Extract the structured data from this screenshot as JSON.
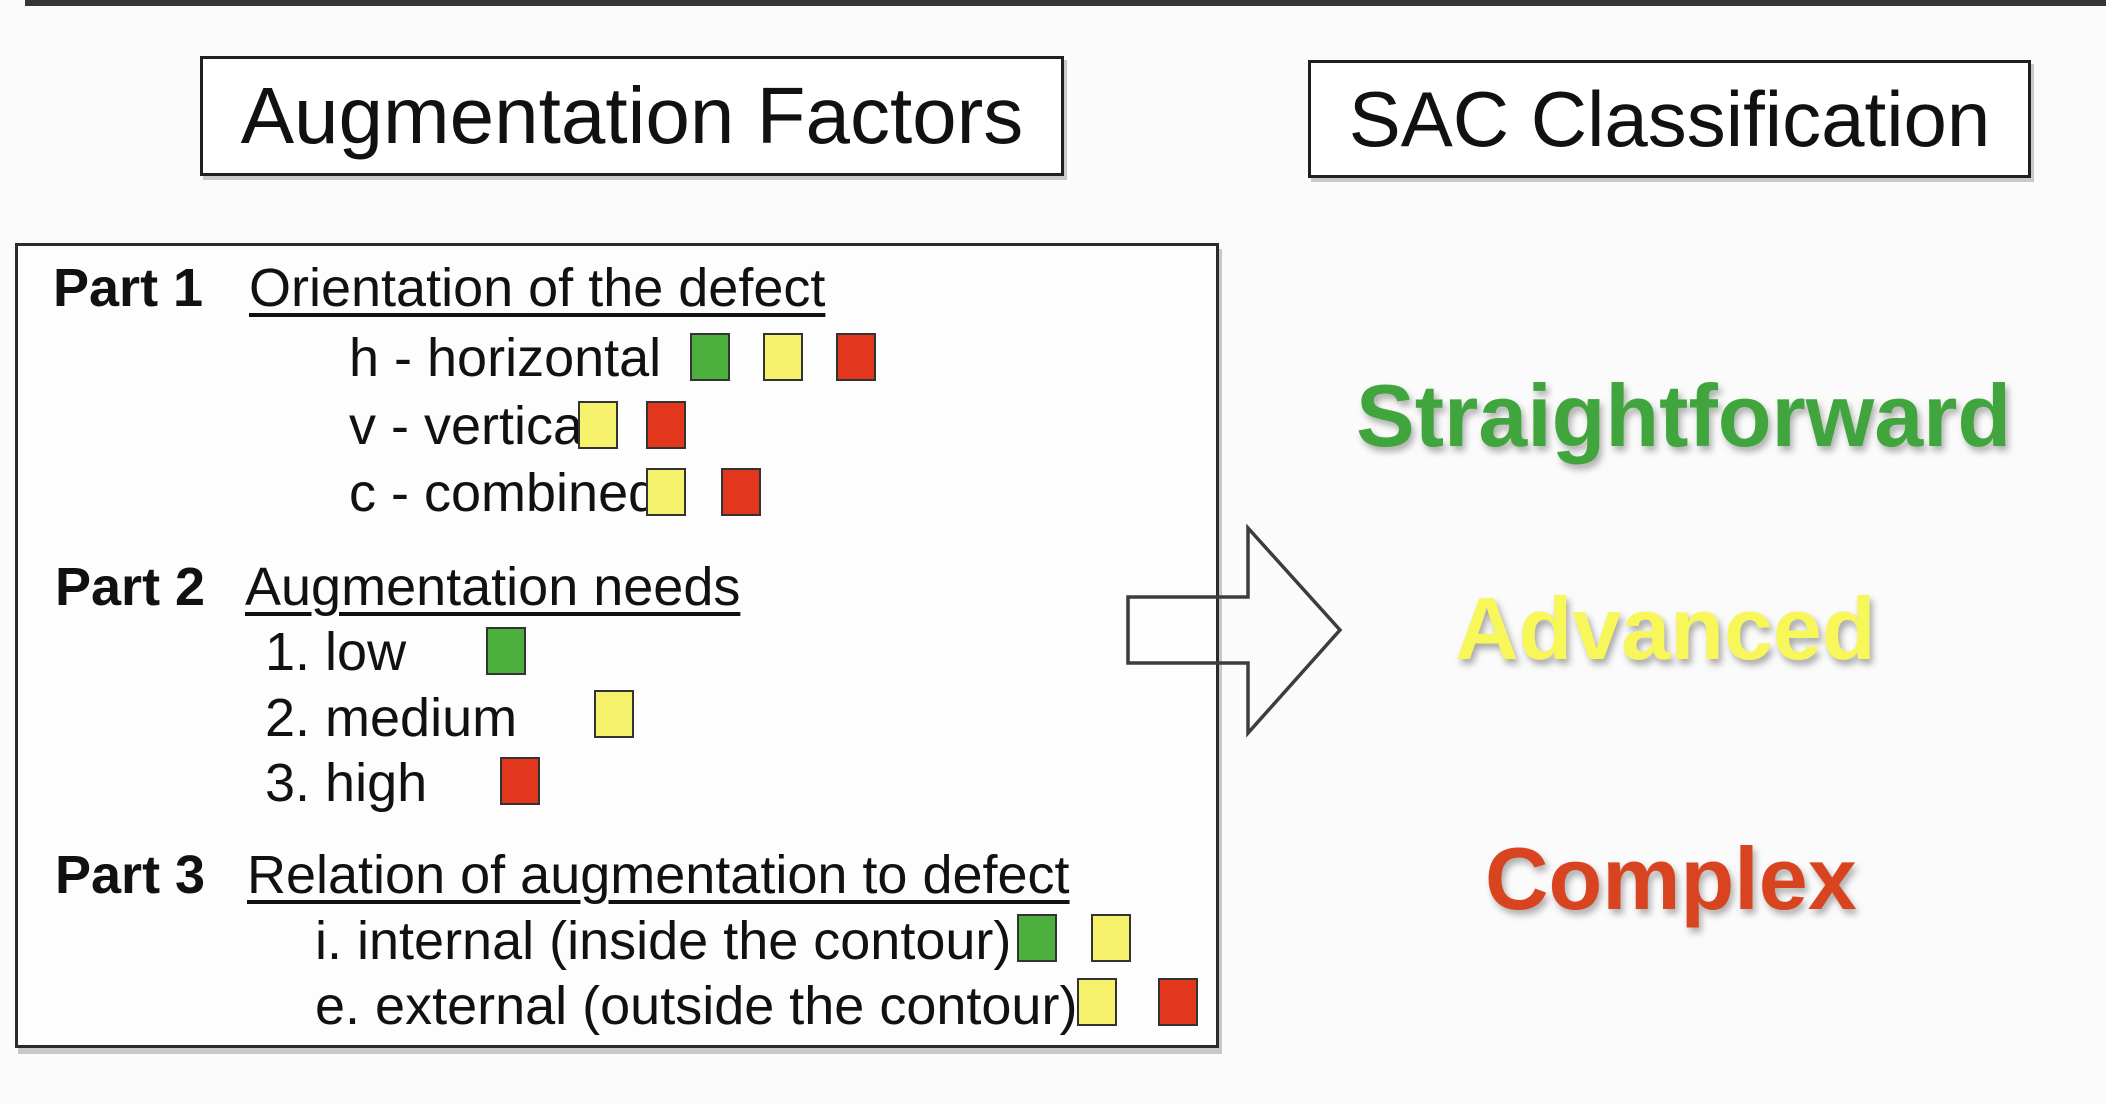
{
  "titles": {
    "left": "Augmentation Factors",
    "right": "SAC Classification"
  },
  "colors": {
    "green": "#4cb03c",
    "yellow": "#f6f26c",
    "red": "#e2371d",
    "straightforward_green": "#3fa53c",
    "advanced_yellow": "#f8f75a",
    "complex_red": "#d94420"
  },
  "panel": {
    "sections": [
      {
        "part": "Part 1",
        "heading": "Orientation of the defect",
        "rows": [
          {
            "label": "h - horizontal",
            "squares": [
              "green",
              "yellow",
              "red"
            ]
          },
          {
            "label": "v - vertical",
            "squares": [
              "yellow",
              "red"
            ]
          },
          {
            "label": "c - combined",
            "squares": [
              "yellow",
              "red"
            ]
          }
        ]
      },
      {
        "part": "Part 2",
        "heading": "Augmentation needs",
        "rows": [
          {
            "label": "1. low",
            "squares": [
              "green"
            ]
          },
          {
            "label": "2. medium",
            "squares": [
              "yellow"
            ]
          },
          {
            "label": "3. high",
            "squares": [
              "red"
            ]
          }
        ]
      },
      {
        "part": "Part 3",
        "heading": "Relation of augmentation to defect",
        "rows": [
          {
            "label": "i. internal (inside the contour)",
            "squares": [
              "green",
              "yellow"
            ]
          },
          {
            "label": "e. external (outside the contour)",
            "squares": [
              "yellow",
              "red"
            ]
          }
        ]
      }
    ]
  },
  "classification": {
    "items": [
      {
        "label": "Straightforward"
      },
      {
        "label": "Advanced"
      },
      {
        "label": "Complex"
      }
    ]
  }
}
